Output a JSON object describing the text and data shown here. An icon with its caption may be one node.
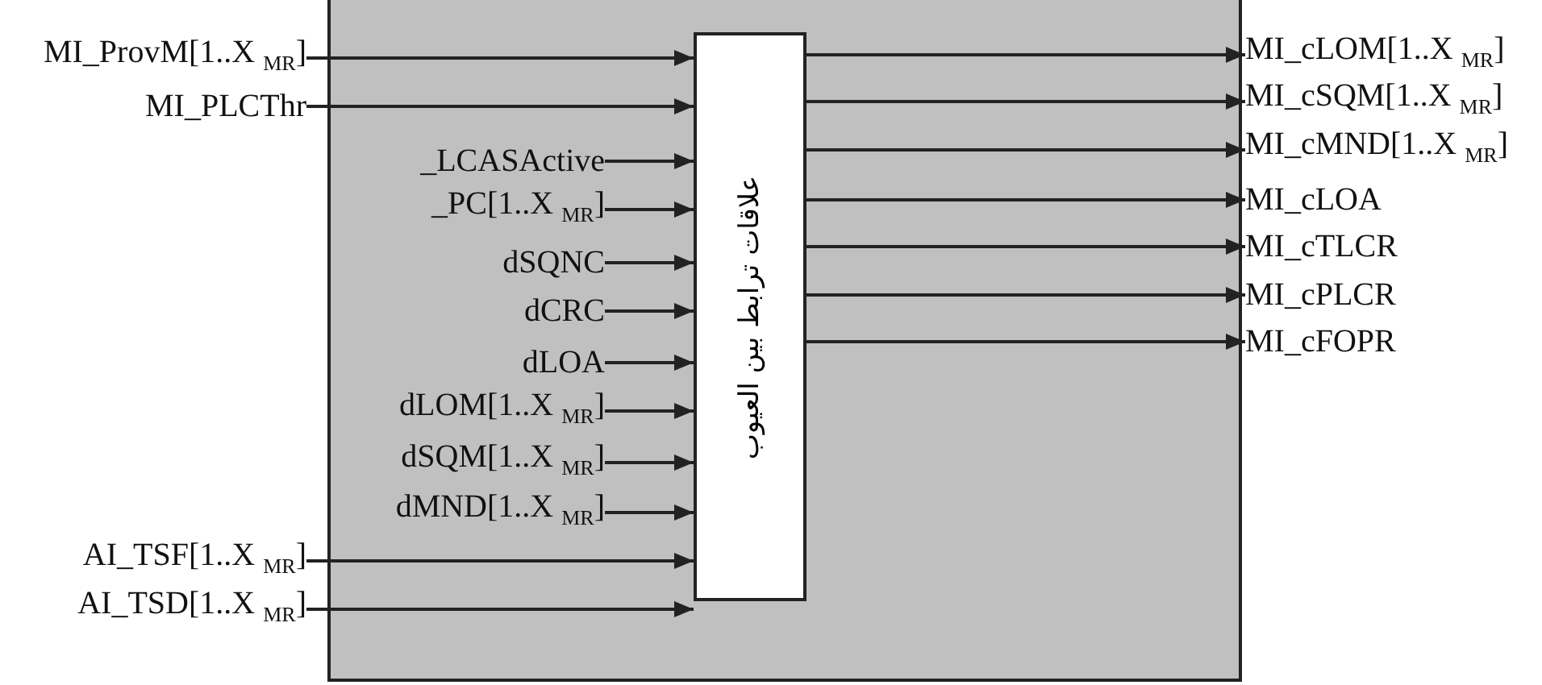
{
  "diagram": {
    "nodes": [
      {
        "text": [],
        "shape": "box"
      },
      {
        "text": [
          "علاقات ترابط بين العيوب"
        ],
        "in": 0
      },
      {
        "text": [
          "MI_ProvM[1..X $_{MR}$]"
        ]
      },
      {
        "text": [
          "MI_PLCThr"
        ]
      },
      {
        "text": [
          "_LCASActive"
        ],
        "in": 0
      },
      {
        "text": [
          "_PC[1..X $_{MR}$]"
        ],
        "in": 0
      },
      {
        "text": [
          "dSQNC"
        ],
        "in": 0
      },
      {
        "text": [
          "dCRC"
        ],
        "in": 0
      },
      {
        "text": [
          "dLOA"
        ],
        "in": 0
      },
      {
        "text": [
          "dLOM[1..X $_{MR}$]"
        ],
        "in": 0
      },
      {
        "text": [
          "dSQM[1..X $_{MR}$]"
        ],
        "in": 0
      },
      {
        "text": [
          "dMND[1..X $_{MR}$]"
        ],
        "in": 0
      },
      {
        "text": [
          "AI_TSF[1..X $_{MR}$]"
        ]
      },
      {
        "text": [
          "AI_TSD[1..X $_{MR}$]"
        ]
      },
      {
        "text": [
          "MI_cLOM[1..X $_{MR}$]"
        ]
      },
      {
        "text": [
          "MI_cSQM[1..X $_{MR}$]"
        ]
      },
      {
        "text": [
          "MI_cMND[1..X $_{MR}$]"
        ]
      },
      {
        "text": [
          "MI_cLOA"
        ]
      },
      {
        "text": [
          "MI_cTLCR"
        ]
      },
      {
        "text": [
          "MI_cPLCR"
        ]
      },
      {
        "text": [
          "MI_cFOPR"
        ]
      }
    ],
    "edges": [
      {
        "from": 2,
        "to": 1,
        "arrow": "to"
      },
      {
        "from": 3,
        "to": 1,
        "arrow": "to"
      },
      {
        "from": 4,
        "to": 1,
        "arrow": "to"
      },
      {
        "from": 5,
        "to": 1,
        "arrow": "to"
      },
      {
        "from": 6,
        "to": 1,
        "arrow": "to"
      },
      {
        "from": 7,
        "to": 1,
        "arrow": "to"
      },
      {
        "from": 8,
        "to": 1,
        "arrow": "to"
      },
      {
        "from": 9,
        "to": 1,
        "arrow": "to"
      },
      {
        "from": 10,
        "to": 1,
        "arrow": "to"
      },
      {
        "from": 11,
        "to": 1,
        "arrow": "to"
      },
      {
        "from": 12,
        "to": 1,
        "arrow": "to"
      },
      {
        "from": 13,
        "to": 1,
        "arrow": "to"
      },
      {
        "from": 1,
        "to": 14,
        "arrow": "to"
      },
      {
        "from": 1,
        "to": 15,
        "arrow": "to"
      },
      {
        "from": 1,
        "to": 16,
        "arrow": "to"
      },
      {
        "from": 1,
        "to": 17,
        "arrow": "to"
      },
      {
        "from": 1,
        "to": 18,
        "arrow": "to"
      },
      {
        "from": 1,
        "to": 19,
        "arrow": "to"
      },
      {
        "from": 1,
        "to": 20,
        "arrow": "to"
      }
    ]
  }
}
